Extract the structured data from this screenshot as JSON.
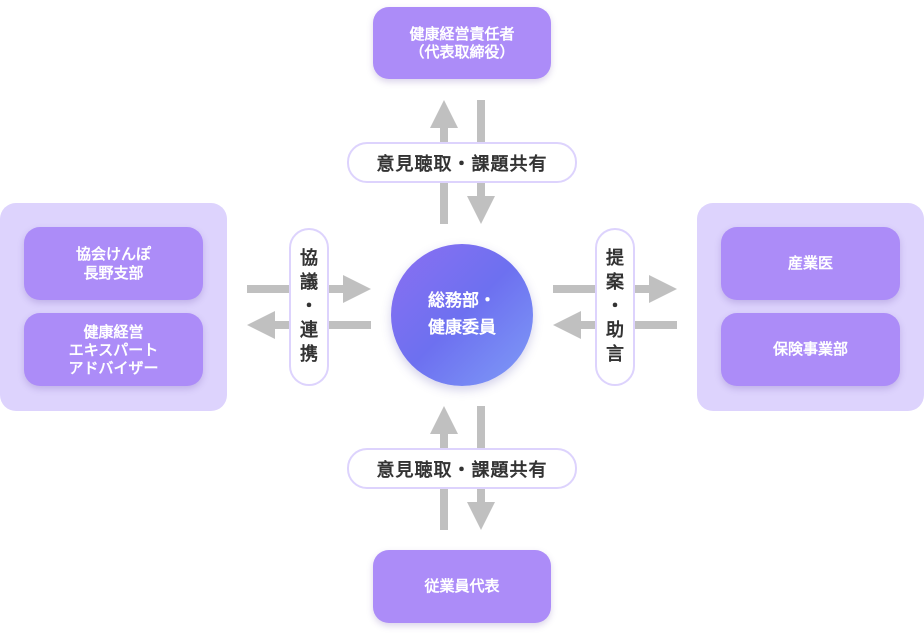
{
  "diagram": {
    "colors": {
      "node": "#ac8cf8",
      "group_bg": "#ddd3fd",
      "arrow": "#c0c0c0",
      "pill_border": "#ddd3fd",
      "text_dark": "#333333"
    },
    "center": {
      "label": "総務部・\n健康委員"
    },
    "top_node": {
      "label": "健康経営責任者\n（代表取締役）"
    },
    "bottom_node": {
      "label": "従業員代表"
    },
    "left_group": {
      "items": [
        {
          "label": "協会けんぽ\n長野支部"
        },
        {
          "label": "健康経営\nエキスパート\nアドバイザー"
        }
      ]
    },
    "right_group": {
      "items": [
        {
          "label": "産業医"
        },
        {
          "label": "保険事業部"
        }
      ]
    },
    "connectors": {
      "top": {
        "label": "意見聴取・課題共有"
      },
      "bottom": {
        "label": "意見聴取・課題共有"
      },
      "left": {
        "chars": [
          "協",
          "議",
          "・",
          "連",
          "携"
        ]
      },
      "right": {
        "chars": [
          "提",
          "案",
          "・",
          "助",
          "言"
        ]
      }
    }
  }
}
